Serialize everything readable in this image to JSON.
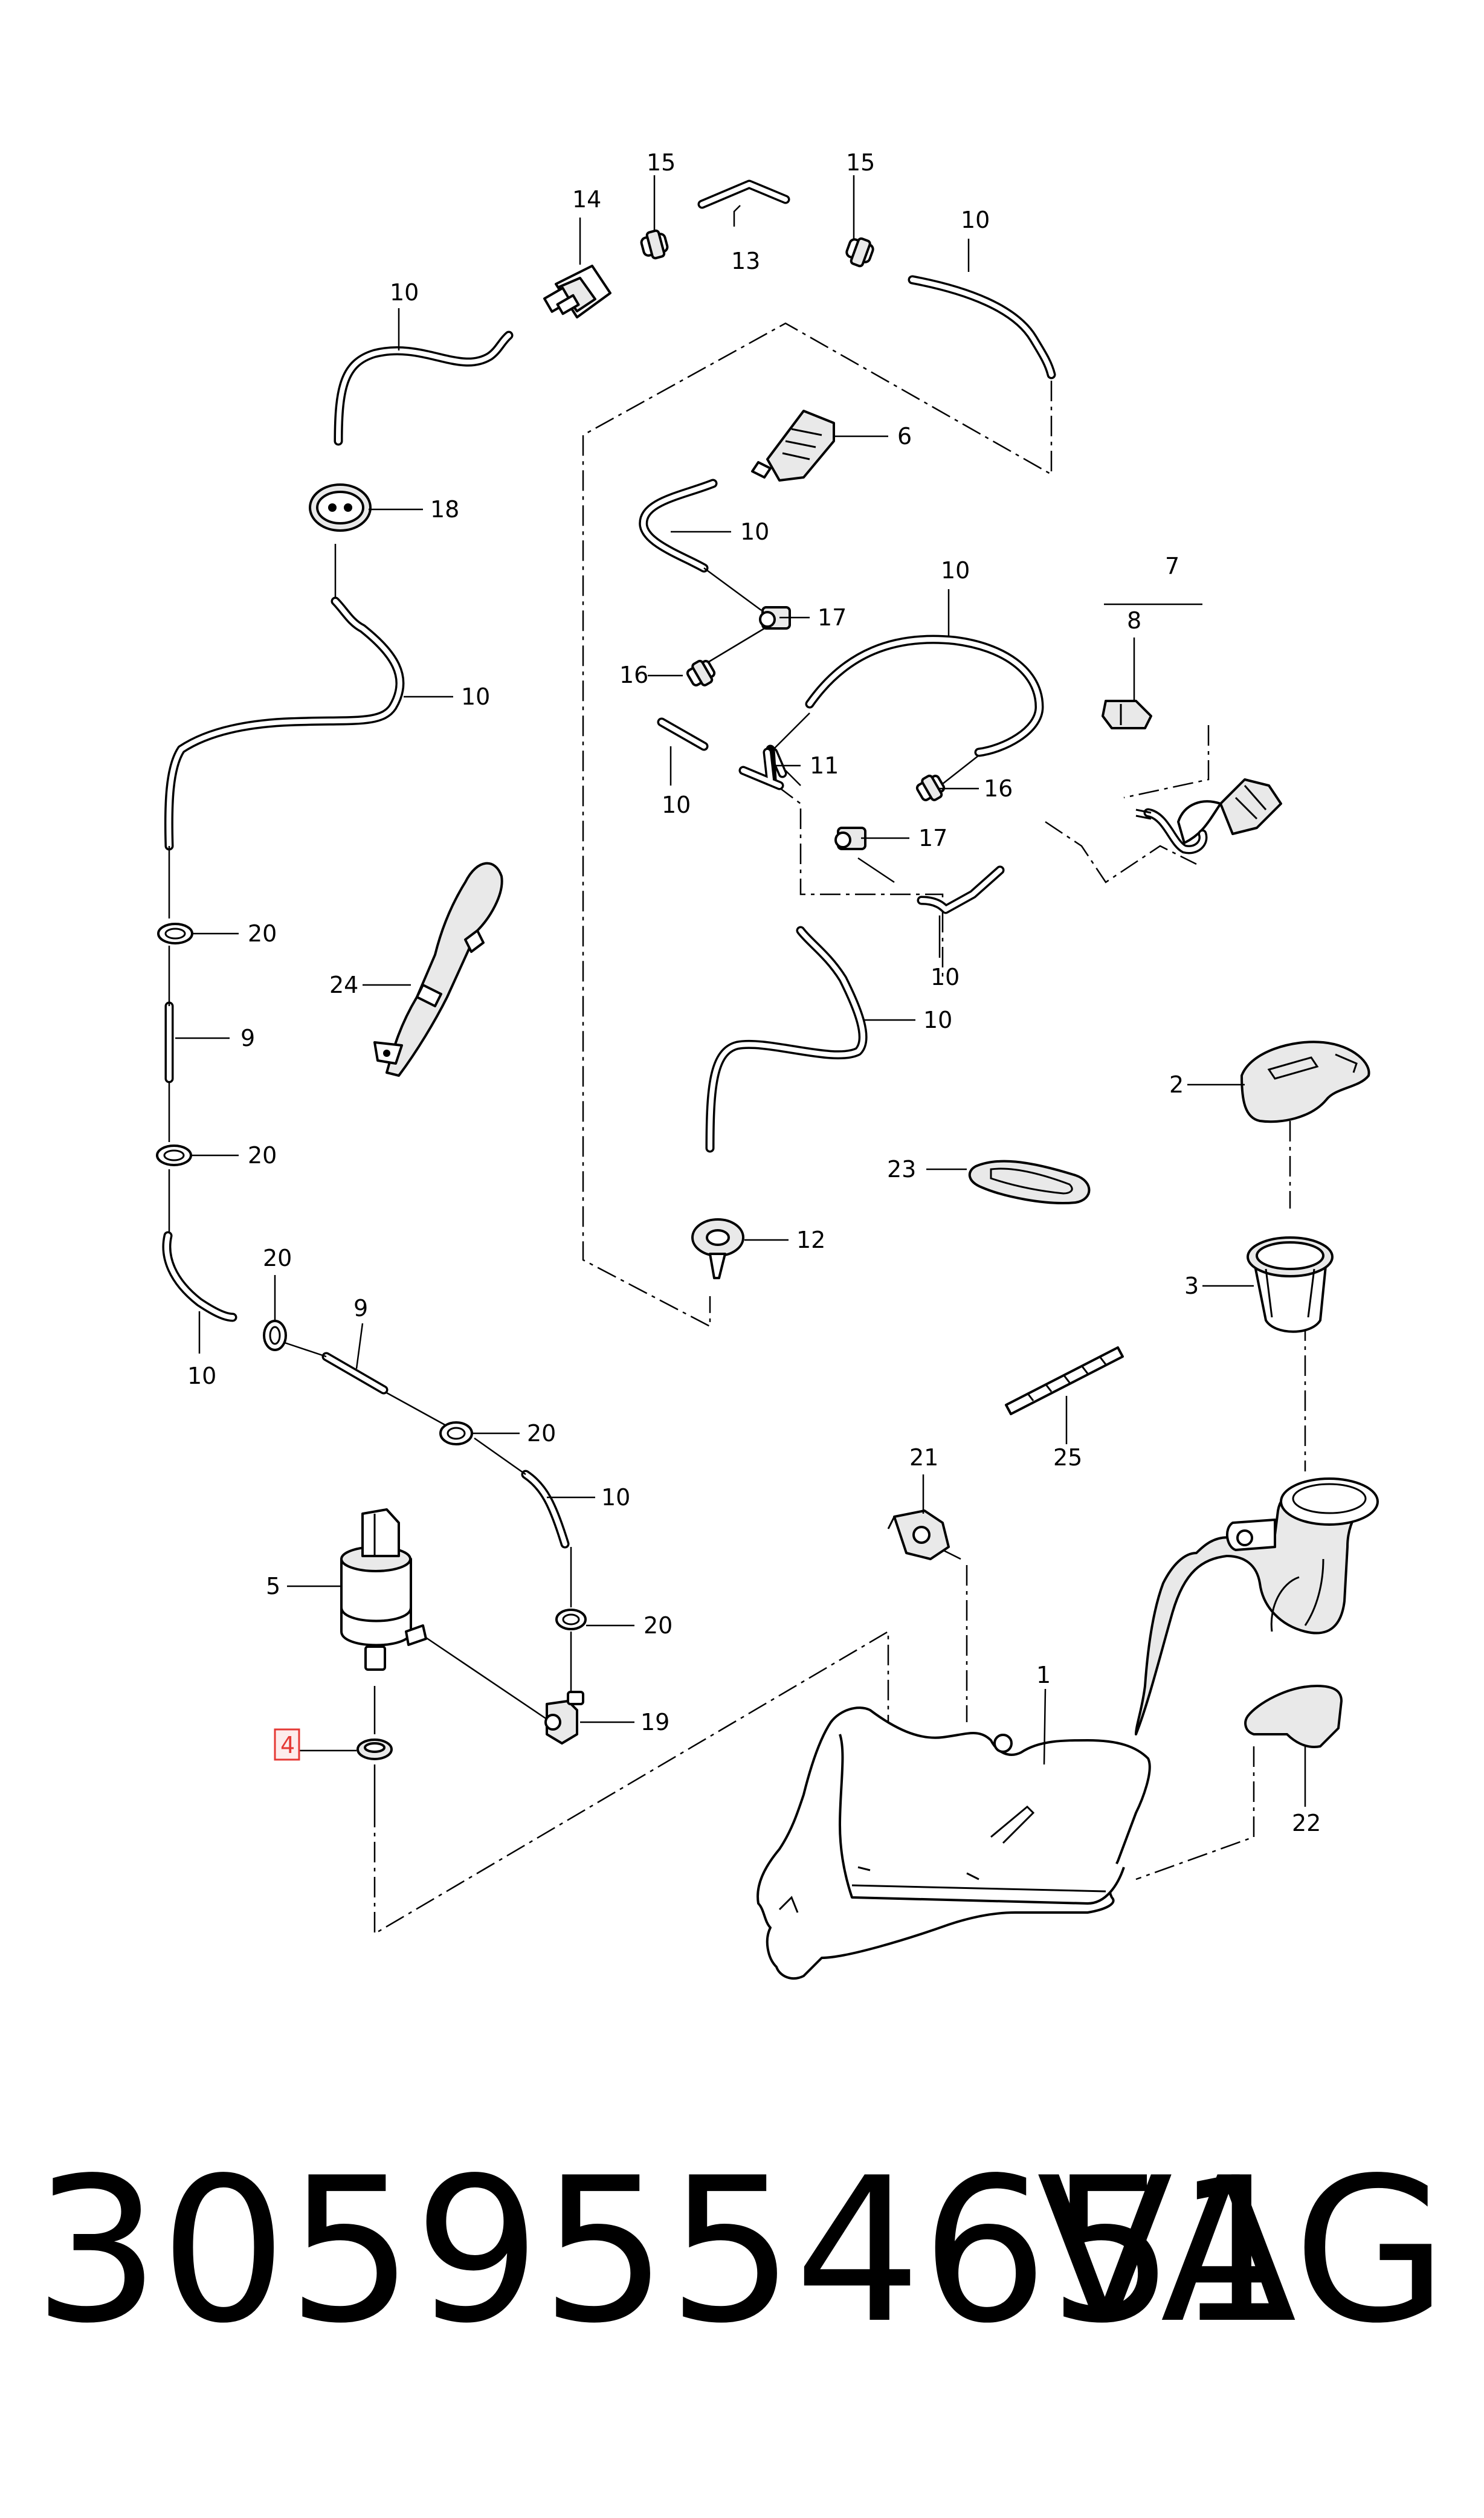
{
  "callouts": {
    "c1": "1",
    "c2": "2",
    "c3": "3",
    "c4": "4",
    "c5": "5",
    "c6": "6",
    "c7": "7",
    "c8": "8",
    "c9": "9",
    "c10": "10",
    "c11": "11",
    "c12": "12",
    "c13": "13",
    "c14": "14",
    "c15": "15",
    "c16": "16",
    "c17": "17",
    "c18": "18",
    "c19": "19",
    "c20": "20",
    "c21": "21",
    "c22": "22",
    "c23": "23",
    "c24": "24",
    "c25": "25"
  },
  "highlight_color": "#e53935",
  "footer": {
    "part_number": "3059554651",
    "brand": "VAG"
  }
}
